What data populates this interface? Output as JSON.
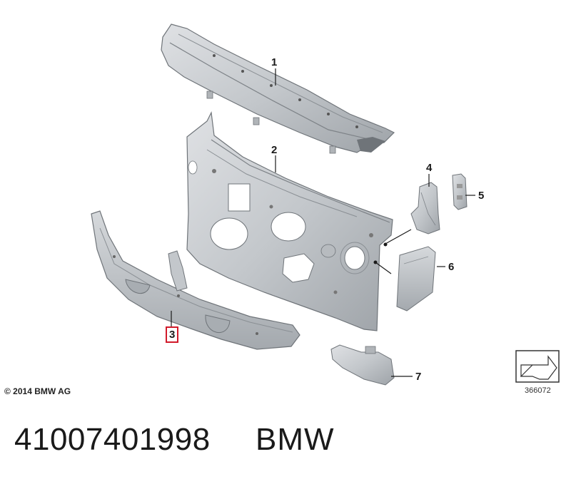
{
  "callouts": [
    {
      "id": "1",
      "label": "1"
    },
    {
      "id": "2",
      "label": "2"
    },
    {
      "id": "3",
      "label": "3",
      "highlighted": true
    },
    {
      "id": "4",
      "label": "4"
    },
    {
      "id": "5",
      "label": "5"
    },
    {
      "id": "6",
      "label": "6"
    },
    {
      "id": "7",
      "label": "7"
    }
  ],
  "copyright": "© 2014 BMW AG",
  "reference_code": "366072",
  "part_number": "41007401998",
  "brand": "BMW",
  "colors": {
    "part_fill": "#c9ccd0",
    "part_shade": "#9ea3a8",
    "part_dark": "#6f7479",
    "highlight": "#d11a2a",
    "line": "#1a1a1a"
  },
  "icons": {
    "reference_box": "arrow-on-box-icon"
  }
}
